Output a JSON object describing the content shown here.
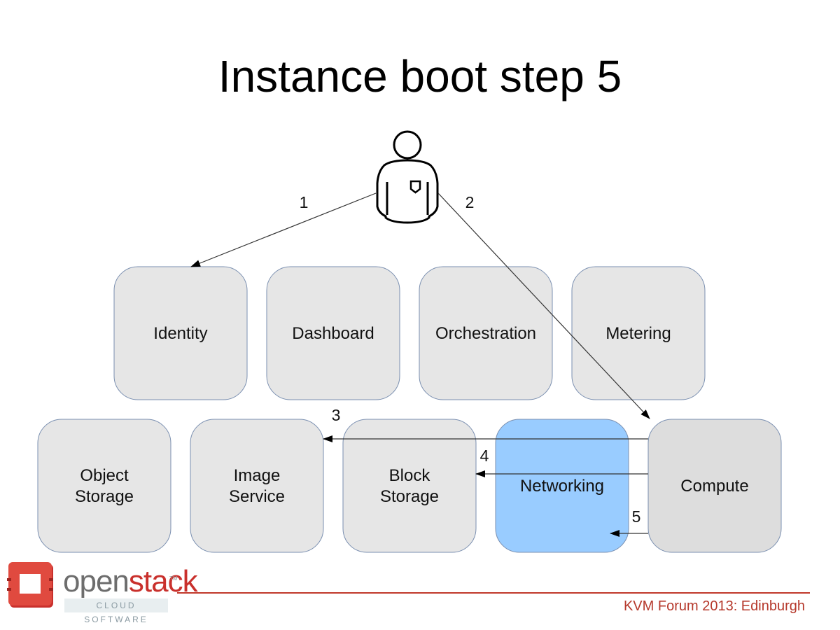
{
  "slide": {
    "title": "Instance boot step 5",
    "footer": "KVM Forum 2013: Edinburgh"
  },
  "logo": {
    "word_part1": "open",
    "word_part2": "stack",
    "trademark": "TM",
    "subtitle": "CLOUD SOFTWARE"
  },
  "actor": {
    "icon": "user-icon"
  },
  "services": {
    "top_row": [
      {
        "id": "identity",
        "label": [
          "Identity"
        ],
        "fill": "#e6e6e6"
      },
      {
        "id": "dashboard",
        "label": [
          "Dashboard"
        ],
        "fill": "#e6e6e6"
      },
      {
        "id": "orchestration",
        "label": [
          "Orchestration"
        ],
        "fill": "#e6e6e6"
      },
      {
        "id": "metering",
        "label": [
          "Metering"
        ],
        "fill": "#e6e6e6"
      }
    ],
    "bottom_row": [
      {
        "id": "object-storage",
        "label": [
          "Object",
          "Storage"
        ],
        "fill": "#e6e6e6"
      },
      {
        "id": "image-service",
        "label": [
          "Image",
          "Service"
        ],
        "fill": "#e6e6e6"
      },
      {
        "id": "block-storage",
        "label": [
          "Block",
          "Storage"
        ],
        "fill": "#e6e6e6"
      },
      {
        "id": "networking",
        "label": [
          "Networking"
        ],
        "fill": "#99ccff",
        "highlighted": true
      },
      {
        "id": "compute",
        "label": [
          "Compute"
        ],
        "fill": "#dddddd"
      }
    ]
  },
  "steps": [
    {
      "label": "1",
      "from": "user",
      "to": "identity"
    },
    {
      "label": "2",
      "from": "user",
      "to": "compute"
    },
    {
      "label": "3",
      "from": "compute",
      "to": "image-service"
    },
    {
      "label": "4",
      "from": "compute",
      "to": "block-storage"
    },
    {
      "label": "5",
      "from": "compute",
      "to": "networking"
    }
  ],
  "colors": {
    "box_border": "#7a8fb0",
    "highlight": "#99ccff",
    "accent": "#c0392b"
  }
}
